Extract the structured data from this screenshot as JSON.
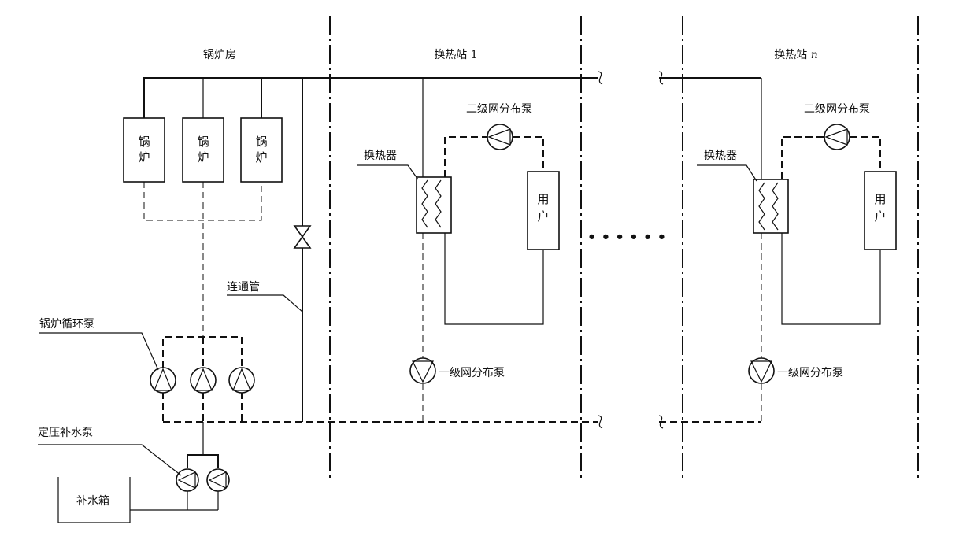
{
  "zones": {
    "boiler_room": "锅炉房",
    "station_1": "换热站 1",
    "station_n_prefix": "换热站 ",
    "station_n_suffix": "n"
  },
  "components": {
    "boiler_chars": [
      "锅",
      "炉"
    ],
    "user_chars": [
      "用",
      "户"
    ],
    "tank": "补水箱"
  },
  "labels": {
    "secondary_pump": "二级网分布泵",
    "primary_pump": "一级网分布泵",
    "heat_exchanger": "换热器",
    "bypass_pipe": "连通管",
    "boiler_circ_pump": "锅炉循环泵",
    "makeup_pump": "定压补水泵"
  },
  "ellipsis": "• • • • • •"
}
